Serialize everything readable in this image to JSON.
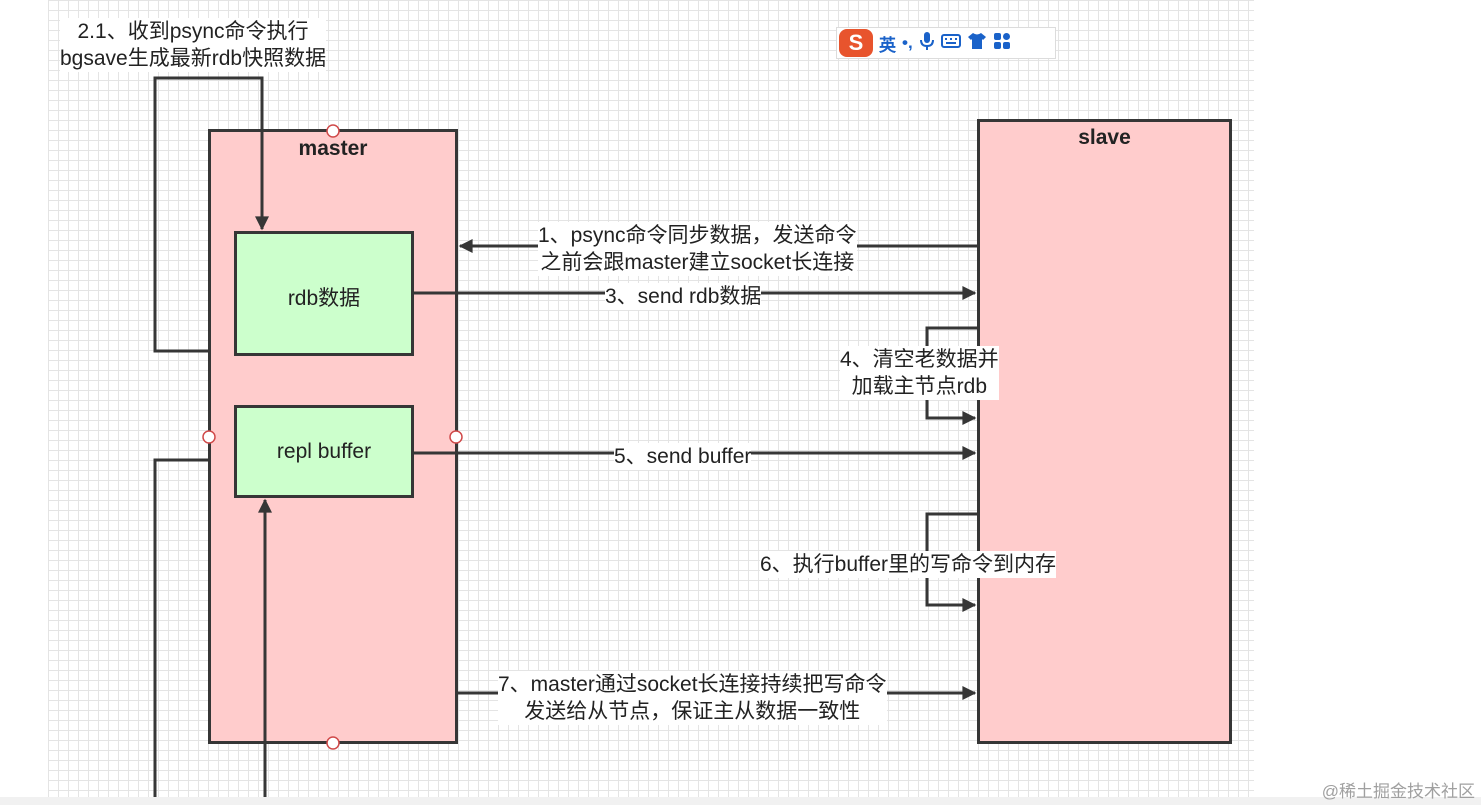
{
  "diagram": {
    "master_title": "master",
    "slave_title": "slave",
    "rdb_box": "rdb数据",
    "buffer_box": "repl buffer",
    "step_2_1": [
      "2.1、收到psync命令执行",
      "bgsave生成最新rdb快照数据"
    ],
    "step_1": [
      "1、psync命令同步数据，发送命令",
      "之前会跟master建立socket长连接"
    ],
    "step_3": "3、send rdb数据",
    "step_4": [
      "4、清空老数据并",
      "加载主节点rdb"
    ],
    "step_5": "5、send buffer",
    "step_6": "6、执行buffer里的写命令到内存",
    "step_7": [
      "7、master通过socket长连接持续把写命令",
      "发送给从节点，保证主从数据一致性"
    ]
  },
  "ime_toolbar": {
    "logo": "S",
    "lang": "英",
    "punct": "•,",
    "icons": [
      "microphone-icon",
      "keyboard-icon",
      "shirt-icon",
      "grid-apps-icon"
    ]
  },
  "watermark": "@稀土掘金技术社区",
  "colors": {
    "node_fill": "#ffcccc",
    "inner_fill": "#ccffcc",
    "stroke": "#363636",
    "ime_accent": "#e8542d"
  }
}
